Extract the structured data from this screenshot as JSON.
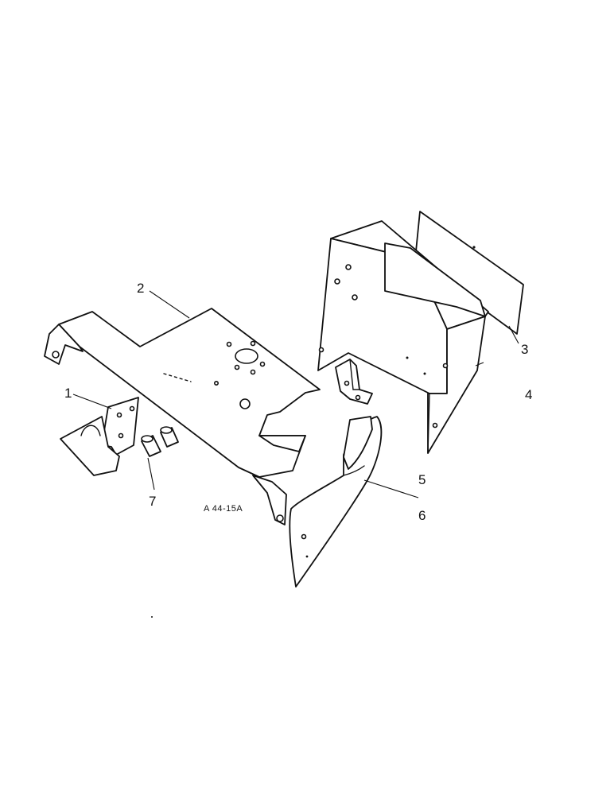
{
  "diagram": {
    "drawing_code": "A 44-15A",
    "callouts": [
      {
        "id": "1",
        "label": "1"
      },
      {
        "id": "2",
        "label": "2"
      },
      {
        "id": "3",
        "label": "3"
      },
      {
        "id": "4",
        "label": "4"
      },
      {
        "id": "5",
        "label": "5"
      },
      {
        "id": "6",
        "label": "6"
      },
      {
        "id": "7",
        "label": "7"
      }
    ]
  }
}
